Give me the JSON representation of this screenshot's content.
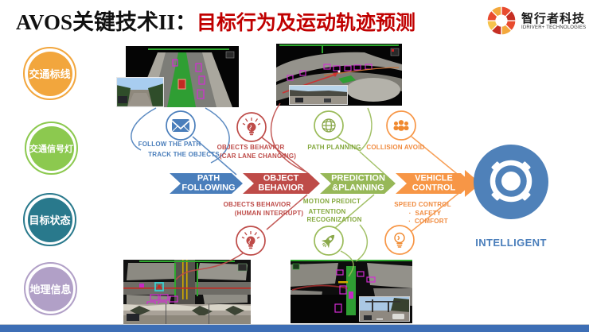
{
  "title": {
    "prefix": "AVOS关键技术II：",
    "emphasis": "目标行为及运动轨迹预测"
  },
  "logo": {
    "company": "智行者科技",
    "tagline": "IDRIVER+ TECHNOLOGIES"
  },
  "badges": [
    {
      "label": "交通标线",
      "color": "#F2A63D"
    },
    {
      "label": "交通信号灯",
      "color": "#8CC94F"
    },
    {
      "label": "目标状态",
      "color": "#29798C"
    },
    {
      "label": "地理信息",
      "color": "#B1A0C7"
    }
  ],
  "stages": [
    {
      "line1": "PATH",
      "line2": "FOLLOWING",
      "color": "#4A7EBB"
    },
    {
      "line1": "OBJECT",
      "line2": "BEHAVIOR",
      "color": "#BE4B48"
    },
    {
      "line1": "PREDICTION",
      "line2": "&PLANNING",
      "color": "#97B858"
    },
    {
      "line1": "VEHICLE",
      "line2": "CONTROL",
      "color": "#F79646"
    }
  ],
  "callouts": {
    "follow": {
      "l1": "FOLLOW THE PATH",
      "l2": "TRACK THE OBJECTS"
    },
    "behavior_top": {
      "l1": "OBJECTS BEHAVIOR",
      "l2": "(CAR LANE CHANGING)"
    },
    "path_planning": {
      "l1": "PATH PLANNING"
    },
    "collision": {
      "l1": "COLLISION AVOID"
    },
    "behavior_bottom": {
      "l1": "OBJECTS BEHAVIOR",
      "l2": "(HUMAN INTERRUPT)"
    },
    "motion": {
      "l1": "MOTION PREDICT",
      "l2": "ATTENTION",
      "l3": "RECOGNIZATION"
    },
    "speed": {
      "l1": "SPEED CONTROL",
      "items": [
        "SAFETY",
        "COMFORT"
      ]
    }
  },
  "result_label": "INTELLIGENT",
  "icons": [
    "envelope-icon",
    "lightbulb-icon",
    "globe-icon",
    "people-icon",
    "rocket-icon",
    "bulb-outline-icon",
    "camera-lens-icon",
    "flower-logo-icon"
  ],
  "palette": {
    "blue": "#4A7EBB",
    "red": "#BE4B48",
    "green": "#97B858",
    "orange": "#F79646",
    "title_emphasis": "#C00000",
    "footer_bar": "#3D6EB5",
    "teal_badge": "#29798C",
    "purple_badge": "#B1A0C7"
  }
}
